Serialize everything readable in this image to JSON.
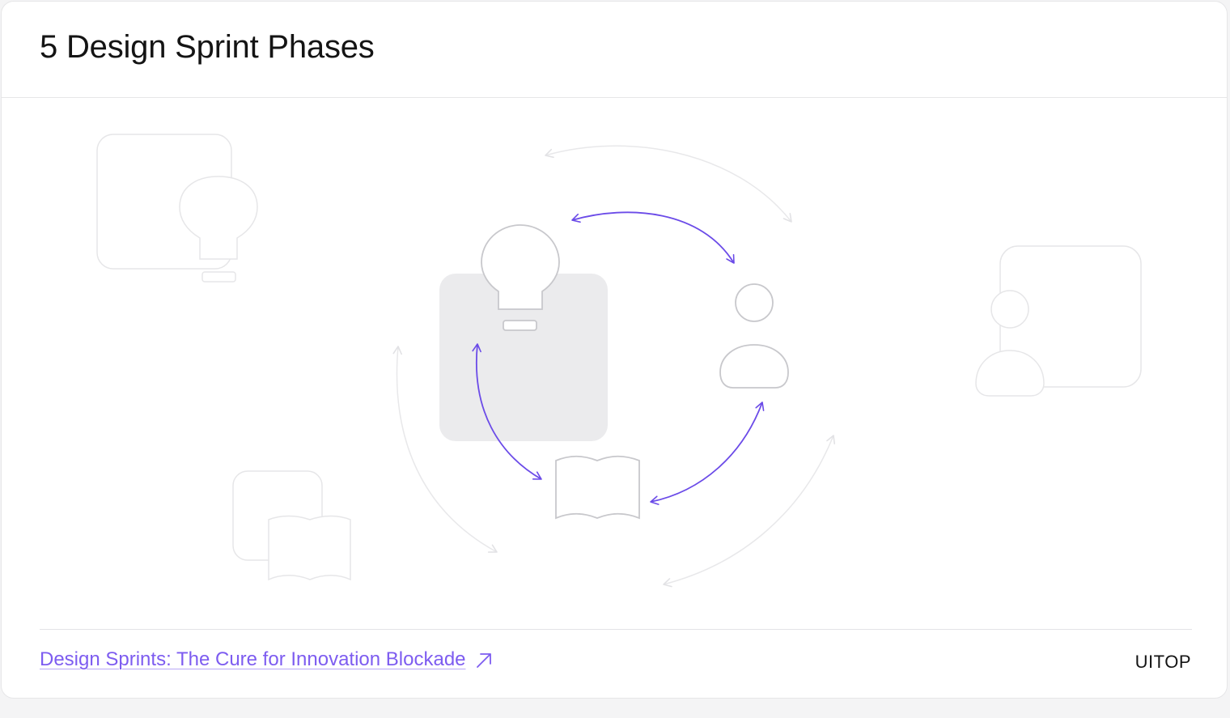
{
  "header": {
    "title": "5 Design Sprint Phases"
  },
  "footer": {
    "link_text": "Design Sprints: The Cure for Innovation Blockade",
    "brand": "UITOP"
  },
  "colors": {
    "accent": "#6b4be8",
    "link": "#7d5cf0",
    "faded_stroke": "#e4e4e6",
    "icon_stroke": "#c8c8cc",
    "highlight_fill": "#ebebed"
  },
  "icons": [
    "lightbulb-icon",
    "person-icon",
    "book-icon",
    "external-link-icon"
  ]
}
